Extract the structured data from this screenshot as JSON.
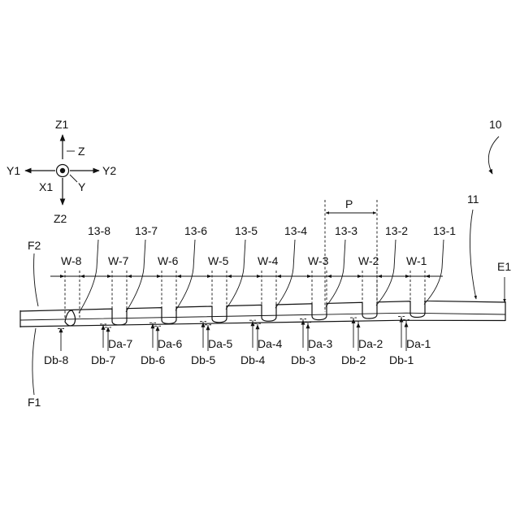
{
  "figure_label": "10",
  "member_label": "11",
  "end_label": "E1",
  "face_upper": "F2",
  "face_lower": "F1",
  "pitch_label": "P",
  "axes": {
    "z1": "Z1",
    "z2": "Z2",
    "y1": "Y1",
    "y2": "Y2",
    "x1": "X1",
    "z": "Z",
    "y": "Y"
  },
  "grooves": [
    {
      "id": "13-1",
      "w": "W-1",
      "da": "Da-1",
      "db": "Db-1"
    },
    {
      "id": "13-2",
      "w": "W-2",
      "da": "Da-2",
      "db": "Db-2"
    },
    {
      "id": "13-3",
      "w": "W-3",
      "da": "Da-3",
      "db": "Db-3"
    },
    {
      "id": "13-4",
      "w": "W-4",
      "da": "Da-4",
      "db": "Db-4"
    },
    {
      "id": "13-5",
      "w": "W-5",
      "da": "Da-5",
      "db": "Db-5"
    },
    {
      "id": "13-6",
      "w": "W-6",
      "da": "Da-6",
      "db": "Db-6"
    },
    {
      "id": "13-7",
      "w": "W-7",
      "da": "Da-7",
      "db": "Db-7"
    },
    {
      "id": "13-8",
      "w": "W-8",
      "db": "Db-8"
    }
  ]
}
